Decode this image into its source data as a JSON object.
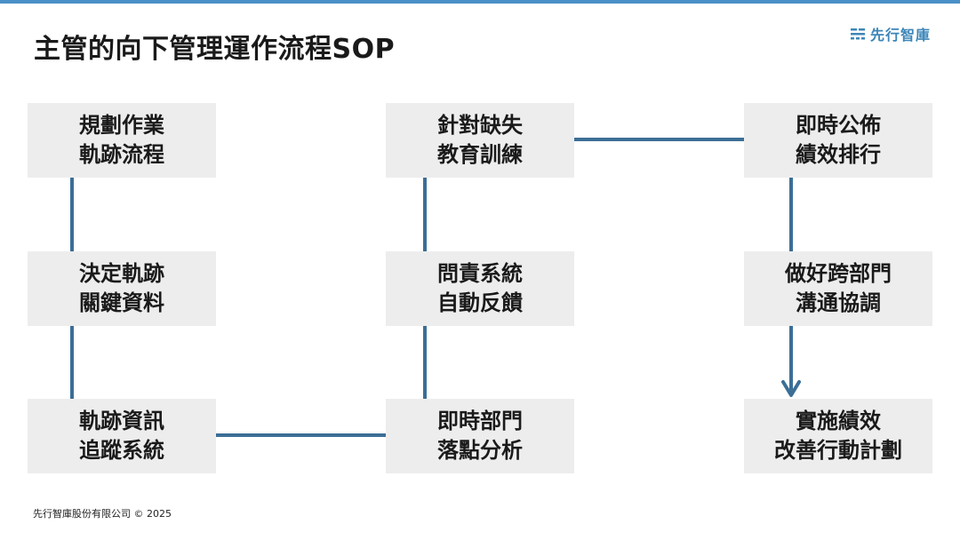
{
  "header": {
    "title": "主管的向下管理運作流程SOP",
    "logo_text": "先行智庫"
  },
  "colors": {
    "accent": "#4a90c8",
    "connector": "#3c6e96",
    "node_bg": "#ededed",
    "text": "#1a1a1a"
  },
  "nodes": {
    "plan": {
      "line1": "規劃作業",
      "line2": "軌跡流程"
    },
    "decide": {
      "line1": "決定軌跡",
      "line2": "關鍵資料"
    },
    "track": {
      "line1": "軌跡資訊",
      "line2": "追蹤系統"
    },
    "analyze": {
      "line1": "即時部門",
      "line2": "落點分析"
    },
    "feedback": {
      "line1": "問責系統",
      "line2": "自動反饋"
    },
    "training": {
      "line1": "針對缺失",
      "line2": "教育訓練"
    },
    "ranking": {
      "line1": "即時公佈",
      "line2": "績效排行"
    },
    "coordinate": {
      "line1": "做好跨部門",
      "line2": "溝通協調"
    },
    "improve": {
      "line1": "實施績效",
      "line2": "改善行動計劃"
    }
  },
  "footer": {
    "copyright": "先行智庫股份有限公司 © 2025"
  }
}
